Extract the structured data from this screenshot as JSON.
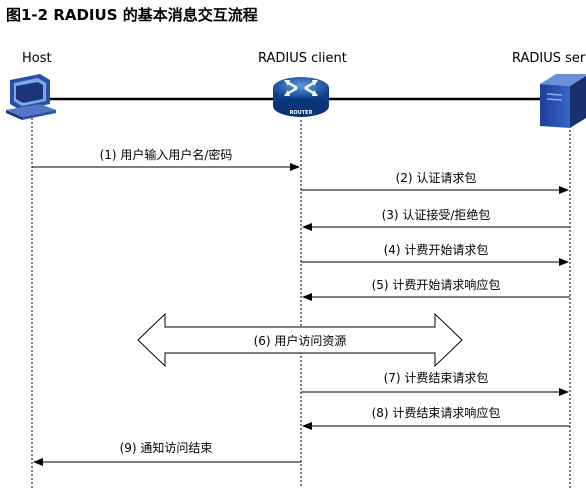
{
  "figure": {
    "title": "图1-2 RADIUS 的基本消息交互流程"
  },
  "actors": {
    "host": "Host",
    "client": "RADIUS client",
    "server": "RADIUS serv",
    "router_badge": "ROUTER"
  },
  "messages": [
    {
      "label": "(1) 用户输入用户名/密码",
      "from": "host",
      "to": "client"
    },
    {
      "label": "(2) 认证请求包",
      "from": "client",
      "to": "server"
    },
    {
      "label": "(3) 认证接受/拒绝包",
      "from": "server",
      "to": "client"
    },
    {
      "label": "(4) 计费开始请求包",
      "from": "client",
      "to": "server"
    },
    {
      "label": "(5) 计费开始请求响应包",
      "from": "server",
      "to": "client"
    },
    {
      "label": "(6) 用户访问资源",
      "from": "host",
      "to": "server"
    },
    {
      "label": "(7) 计费结束请求包",
      "from": "client",
      "to": "server"
    },
    {
      "label": "(8) 计费结束请求响应包",
      "from": "server",
      "to": "client"
    },
    {
      "label": "(9) 通知访问结束",
      "from": "client",
      "to": "host"
    }
  ]
}
